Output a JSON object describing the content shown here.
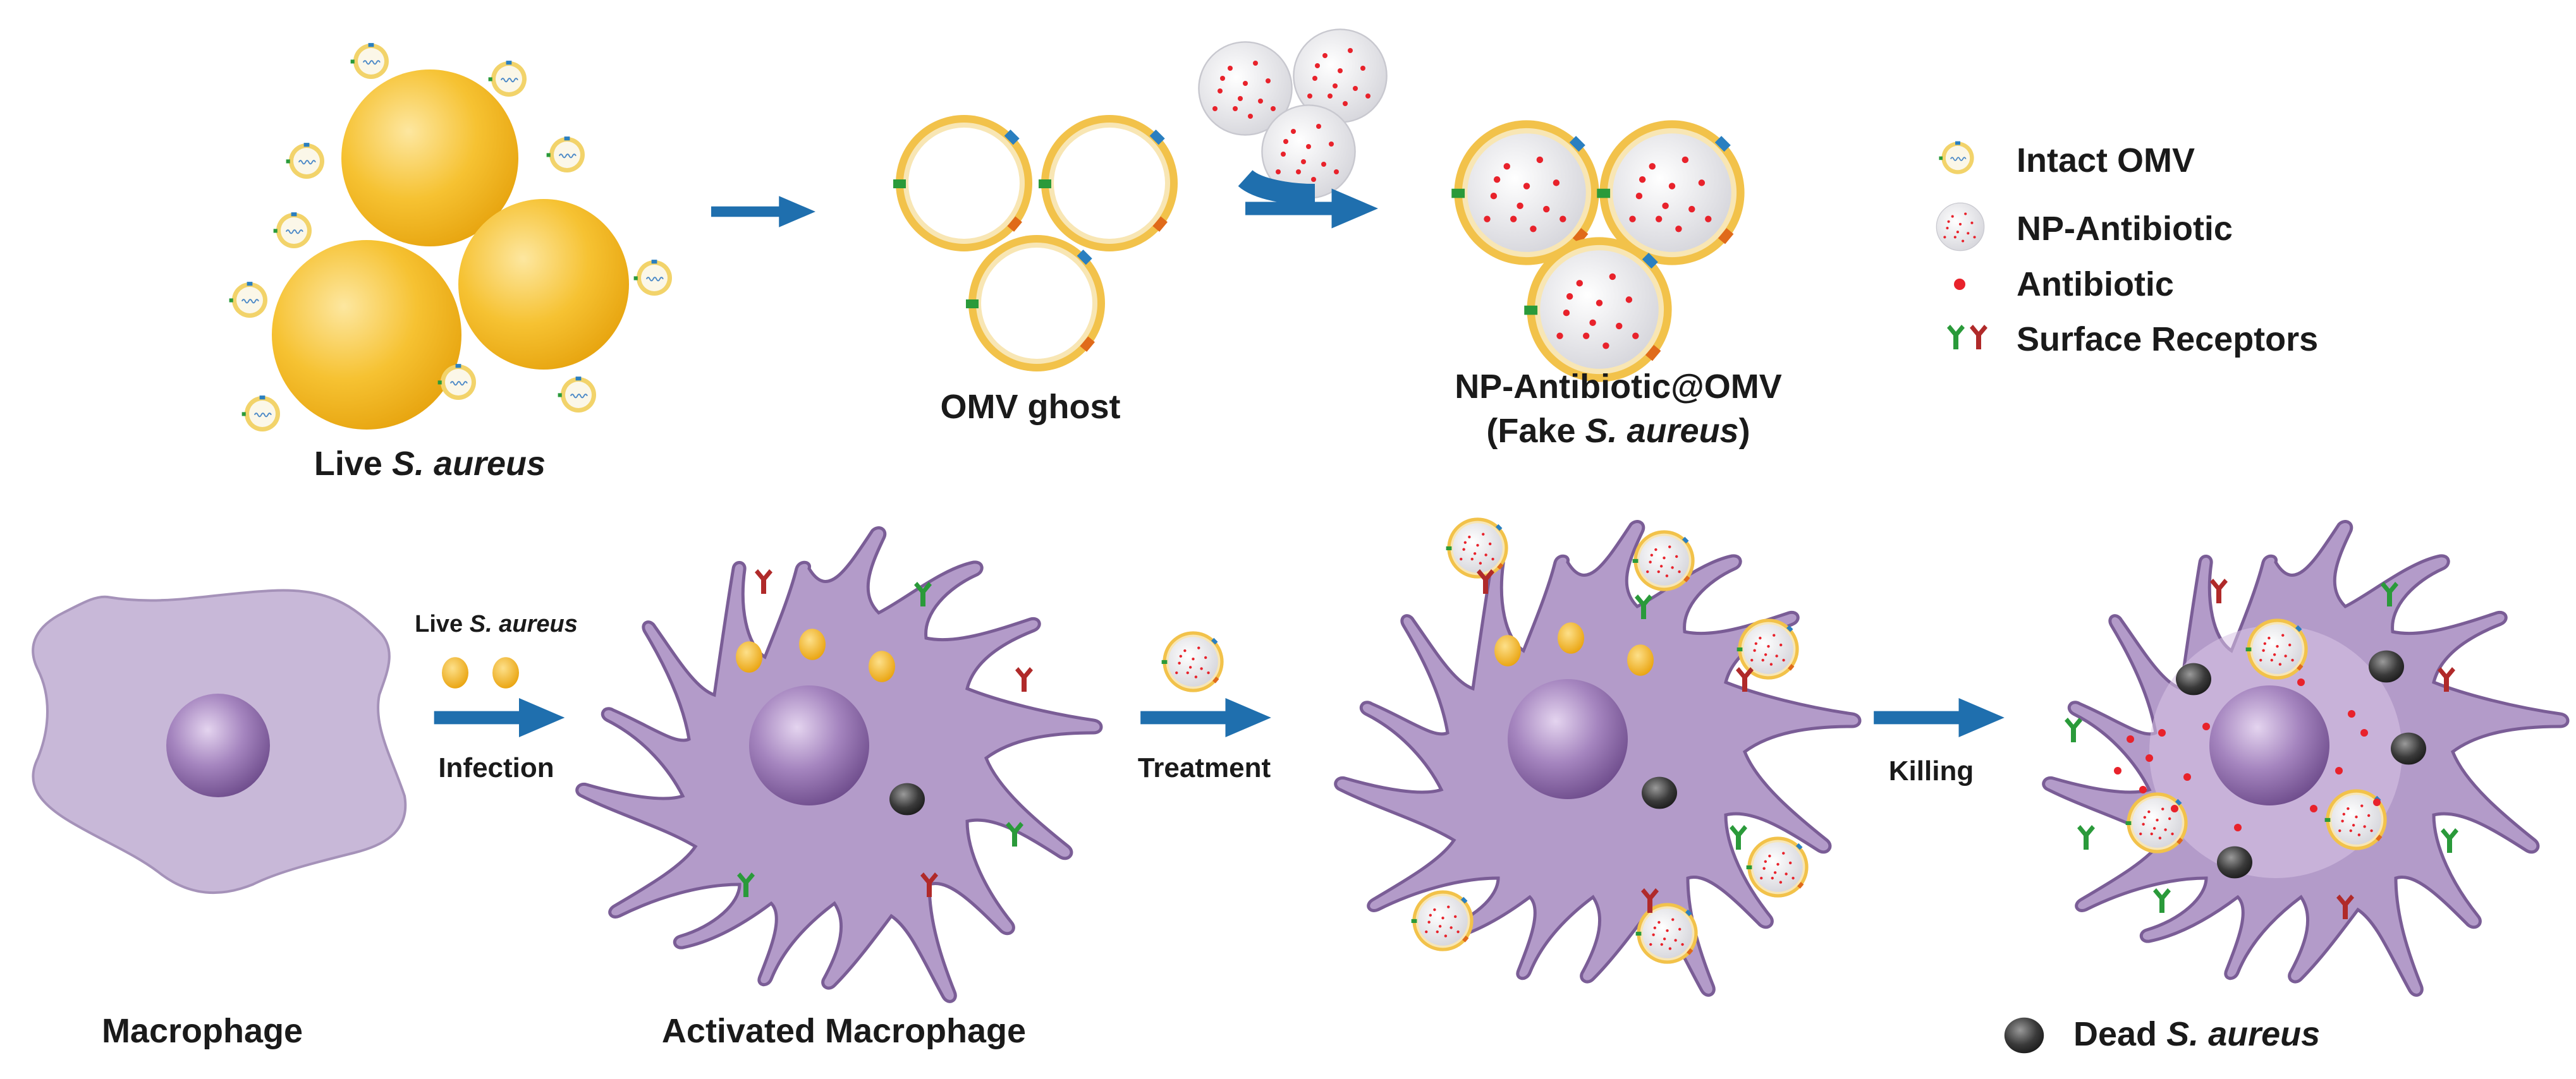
{
  "colors": {
    "bacteria": "#f3b61f",
    "omv_ring": "#e9b82d",
    "omv_inner": "#f8f5ea",
    "np_fill": "#e6e6ea",
    "antibiotic": "#e8222b",
    "receptor_green": "#2a9a3a",
    "receptor_red": "#b02a2a",
    "marker_blue": "#2a7fc0",
    "marker_orange": "#e06a1a",
    "arrow": "#1f6fae",
    "macrophage_resting": "#c8b8d8",
    "macrophage_active": "#b39bc9",
    "nucleus": "#8c6aa6",
    "dead_bacteria": "#333333"
  },
  "top_row": {
    "live_label": {
      "prefix": "Live ",
      "italic": "S. aureus"
    },
    "ghost_label": "OMV ghost",
    "np_omv_label": "NP-Antibiotic@OMV",
    "fake_label": {
      "prefix": "(Fake ",
      "italic": "S. aureus",
      "suffix": ")"
    }
  },
  "legend": {
    "intact_omv": "Intact OMV",
    "np_antibiotic": "NP-Antibiotic",
    "antibiotic": "Antibiotic",
    "surface_receptors": "Surface Receptors"
  },
  "bottom_row": {
    "macrophage": "Macrophage",
    "activated_macrophage": "Activated Macrophage",
    "infection_top": {
      "prefix": "Live ",
      "italic": "S. aureus"
    },
    "infection": "Infection",
    "treatment": "Treatment",
    "killing": "Killing",
    "dead": {
      "prefix": "Dead ",
      "italic": "S. aureus"
    }
  }
}
